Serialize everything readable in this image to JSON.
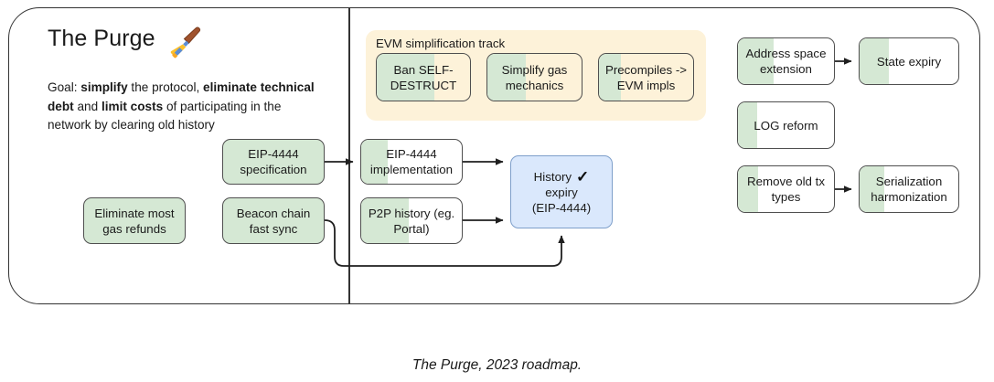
{
  "caption": "The Purge, 2023 roadmap.",
  "header": {
    "title": "The Purge",
    "emoji_name": "paintbrush-emoji"
  },
  "intro": {
    "goal_prefix": "Goal: ",
    "bold_1": "simplify",
    "mid_1": " the protocol, ",
    "bold_2": "eliminate technical debt",
    "mid_2": " and ",
    "bold_3": "limit costs",
    "mid_3": " of participating in the network by clearing old history"
  },
  "colors": {
    "progress_green": "#d5e8d4",
    "track_yellow": "#fdf2d9",
    "highlight_blue": "#dae8fc",
    "blue_border": "#7e9fca",
    "node_border": "#4f4f4f",
    "frame_border": "#333333",
    "text": "#1a1a1a"
  },
  "evm_track": {
    "title": "EVM simplification track",
    "items": [
      {
        "label": "Ban SELF-DESTRUCT",
        "progress": 62
      },
      {
        "label": "Simplify gas mechanics",
        "progress": 41
      },
      {
        "label": "Precompiles -> EVM impls",
        "progress": 23
      }
    ]
  },
  "history_track": {
    "nodes": [
      {
        "label": "EIP-4444 specification",
        "state": "done",
        "progress": 100
      },
      {
        "label": "Beacon chain fast sync",
        "state": "done",
        "progress": 100
      },
      {
        "label": "EIP-4444 implementation",
        "state": "partial",
        "progress": 26
      },
      {
        "label": "P2P history (eg. Portal)",
        "state": "partial",
        "progress": 47
      },
      {
        "label": "Eliminate most gas refunds",
        "state": "done",
        "progress": 100
      }
    ],
    "outcome": {
      "label": "History expiry (EIP-4444)",
      "line_1": "History",
      "line_2": "expiry",
      "line_3": "(EIP-4444)",
      "check": "✓",
      "state": "highlight"
    }
  },
  "state_track": {
    "nodes": [
      {
        "label": "Address space extension",
        "progress": 37
      },
      {
        "label": "State expiry",
        "progress": 30
      },
      {
        "label": "LOG reform",
        "progress": 20
      },
      {
        "label": "Remove old tx types",
        "progress": 21
      },
      {
        "label": "Serialization harmonization",
        "progress": 25
      }
    ]
  }
}
